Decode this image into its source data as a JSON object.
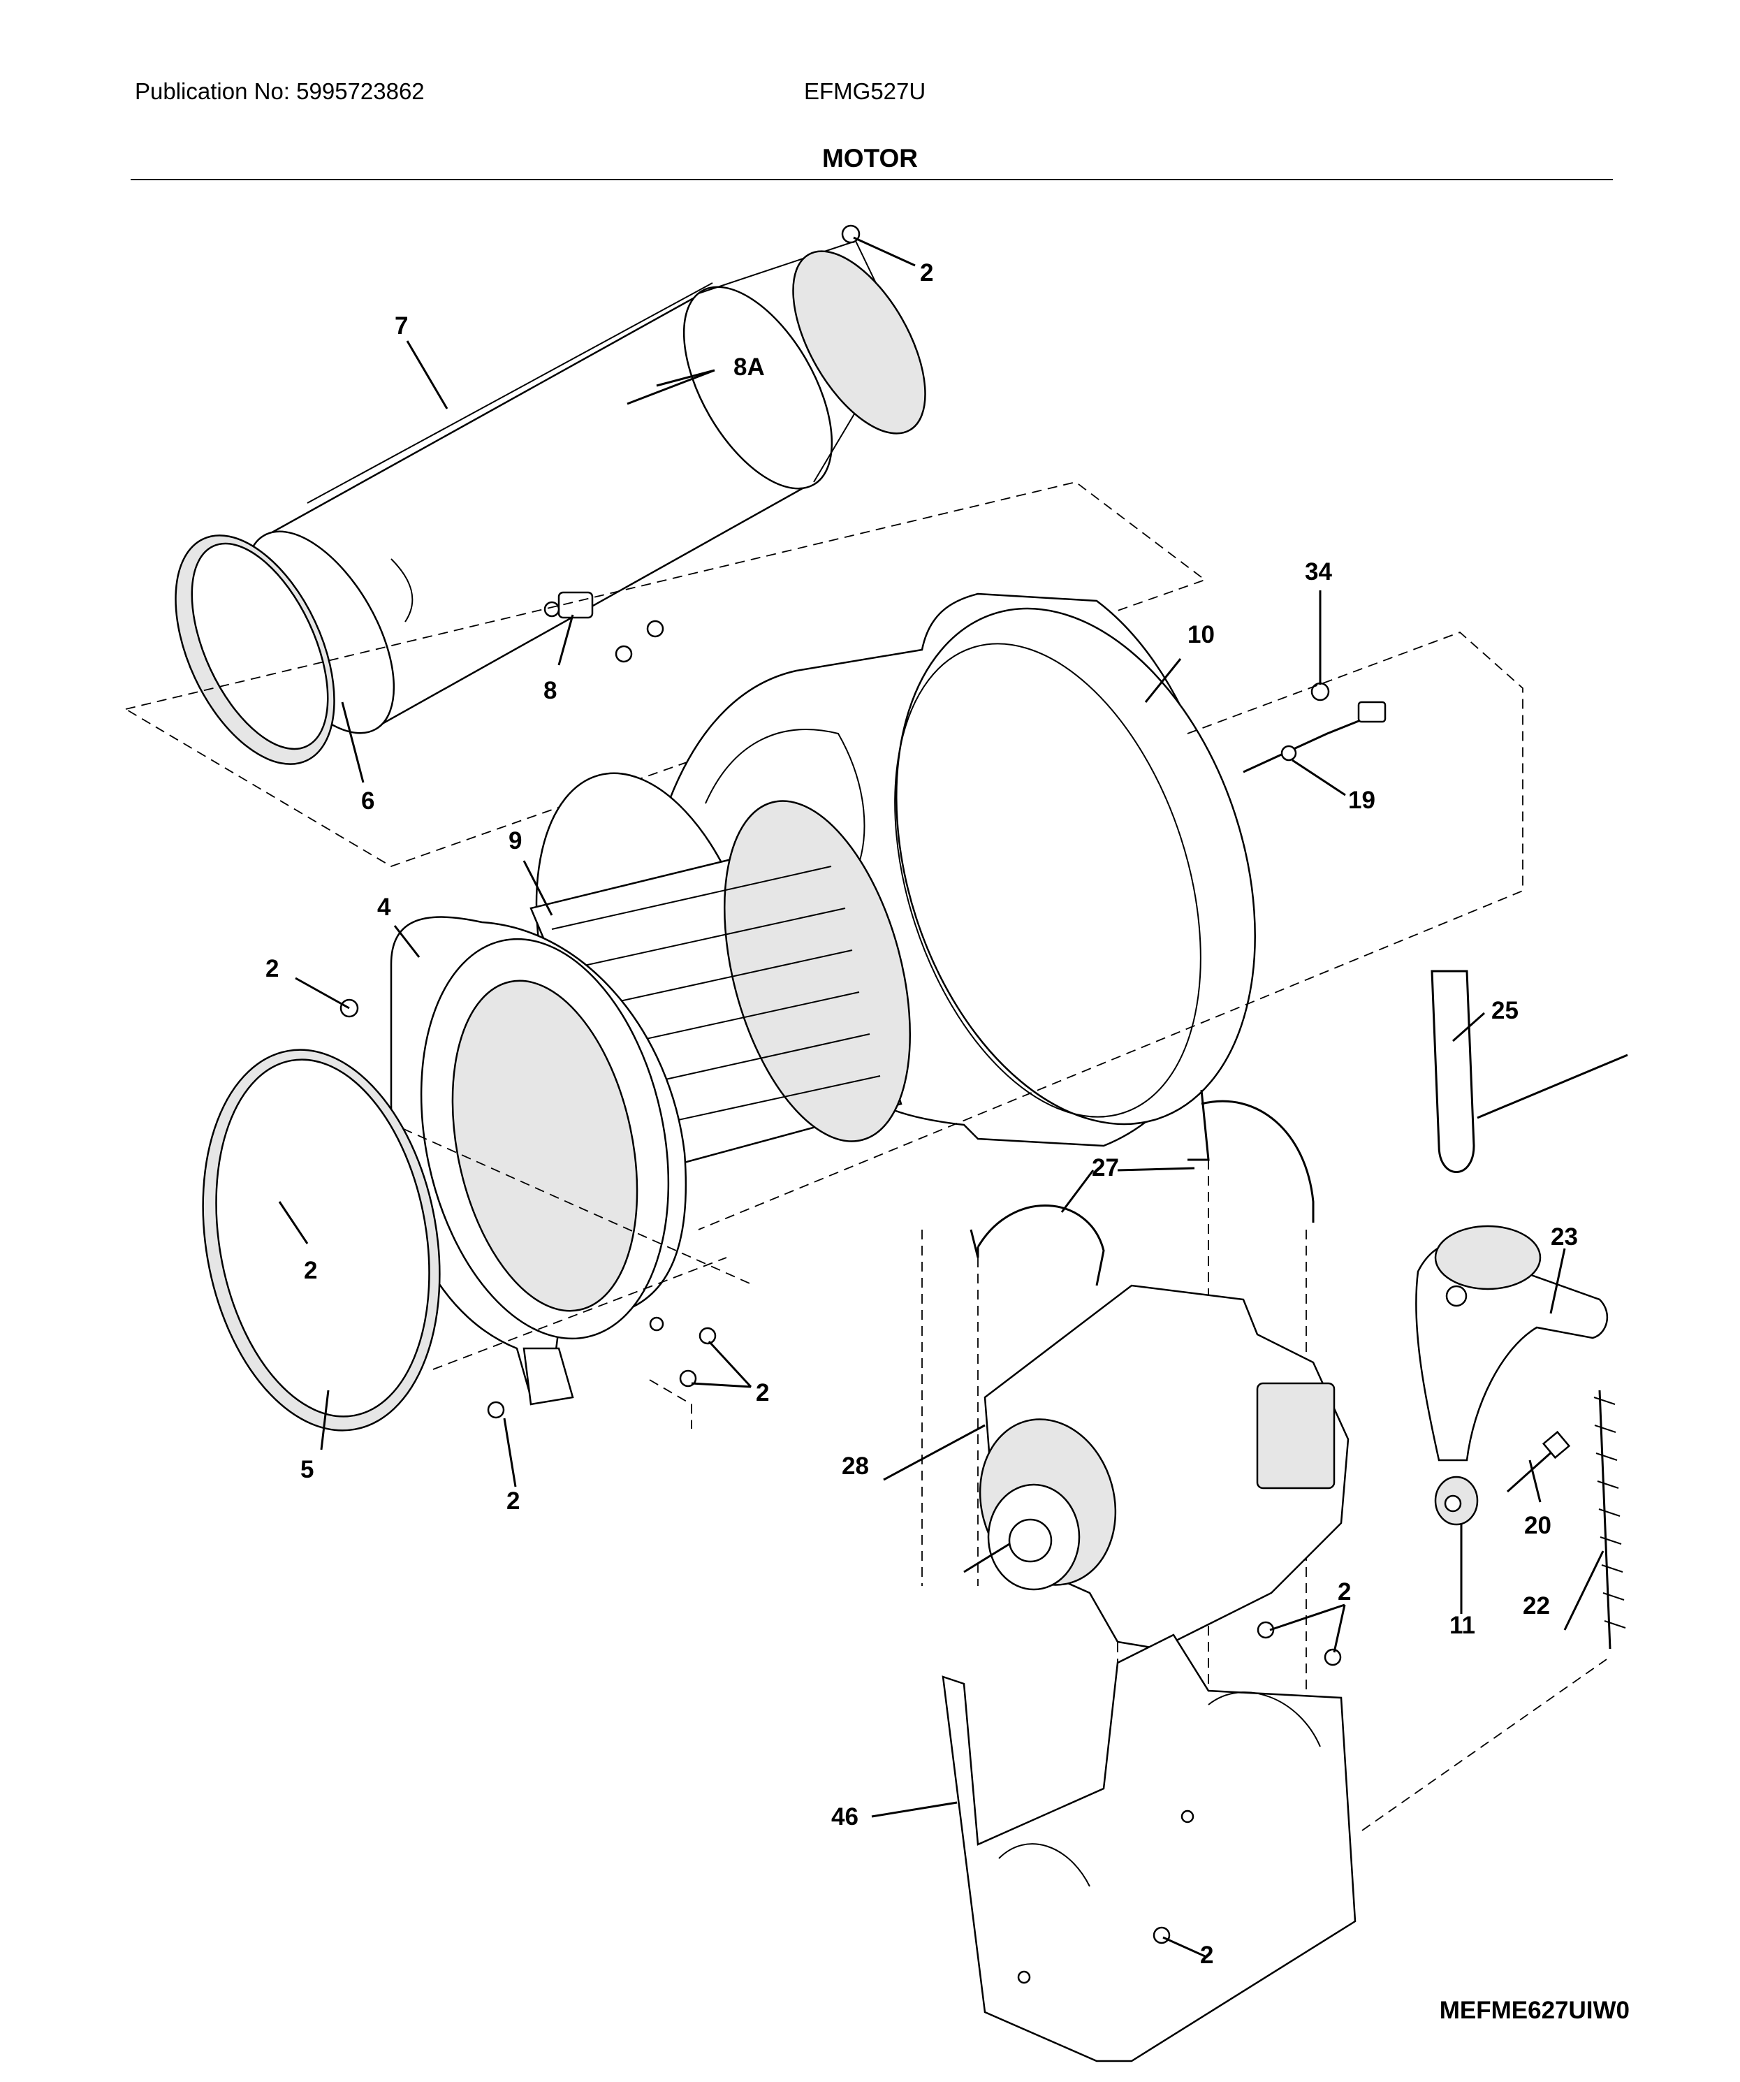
{
  "header": {
    "publication": "Publication No: 5995723862",
    "model": "EFMG527U",
    "section_title": "MOTOR"
  },
  "footer": {
    "diagram_code": "MEFME627UIW0"
  },
  "callouts": {
    "c2a": "2",
    "c7": "7",
    "c8a": "8A",
    "c8": "8",
    "c6": "6",
    "c34": "34",
    "c10": "10",
    "c19": "19",
    "c9": "9",
    "c4": "4",
    "c2b": "2",
    "c25": "25",
    "c27": "27",
    "c2c": "2",
    "c23": "23",
    "c2d": "2",
    "c28": "28",
    "c5": "5",
    "c2e": "2",
    "c20": "20",
    "c11": "11",
    "c22": "22",
    "c2f": "2",
    "c46": "46",
    "c2g": "2"
  }
}
